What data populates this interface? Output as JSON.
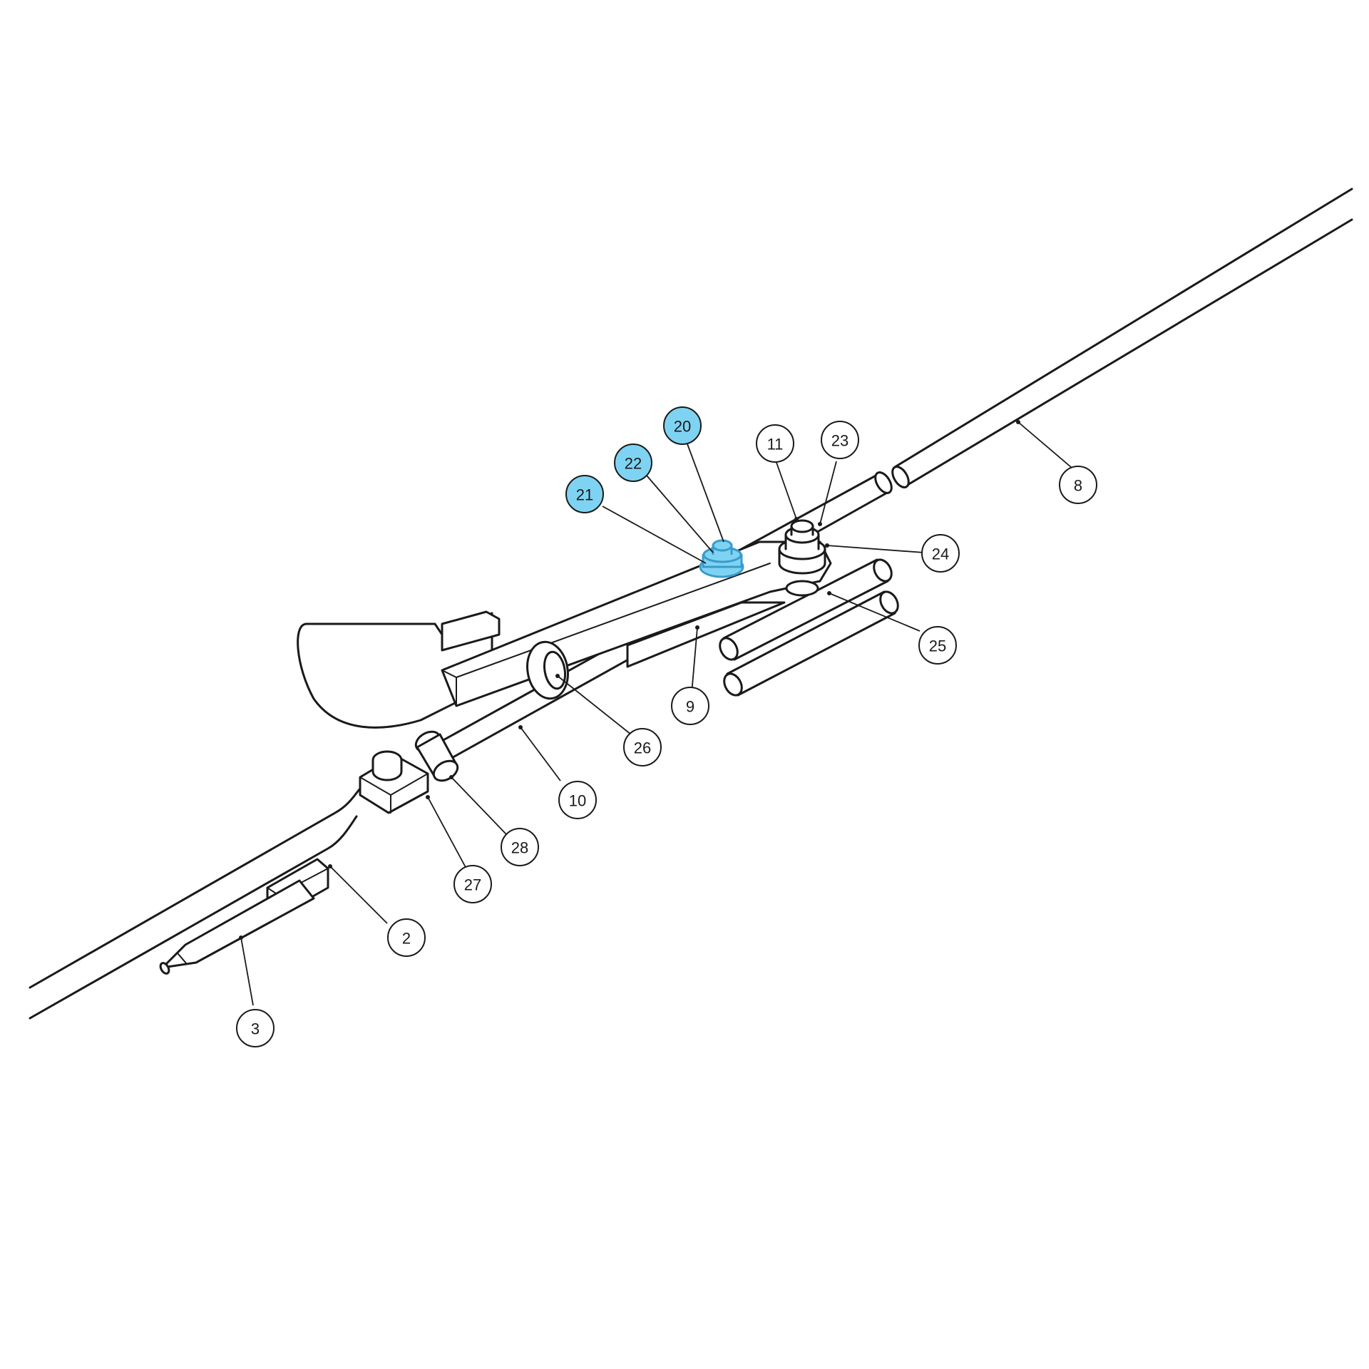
{
  "colors": {
    "highlight_fill": "#7fd3f2",
    "highlight_stroke": "#3a9cc9",
    "ink": "#1a1a1a",
    "paper": "#ffffff"
  },
  "callouts": [
    {
      "id": "2",
      "label": "2",
      "highlighted": false
    },
    {
      "id": "3",
      "label": "3",
      "highlighted": false
    },
    {
      "id": "8",
      "label": "8",
      "highlighted": false
    },
    {
      "id": "9",
      "label": "9",
      "highlighted": false
    },
    {
      "id": "10",
      "label": "10",
      "highlighted": false
    },
    {
      "id": "11",
      "label": "11",
      "highlighted": false
    },
    {
      "id": "20",
      "label": "20",
      "highlighted": true
    },
    {
      "id": "21",
      "label": "21",
      "highlighted": true
    },
    {
      "id": "22",
      "label": "22",
      "highlighted": true
    },
    {
      "id": "23",
      "label": "23",
      "highlighted": false
    },
    {
      "id": "24",
      "label": "24",
      "highlighted": false
    },
    {
      "id": "25",
      "label": "25",
      "highlighted": false
    },
    {
      "id": "26",
      "label": "26",
      "highlighted": false
    },
    {
      "id": "27",
      "label": "27",
      "highlighted": false
    },
    {
      "id": "28",
      "label": "28",
      "highlighted": false
    }
  ]
}
